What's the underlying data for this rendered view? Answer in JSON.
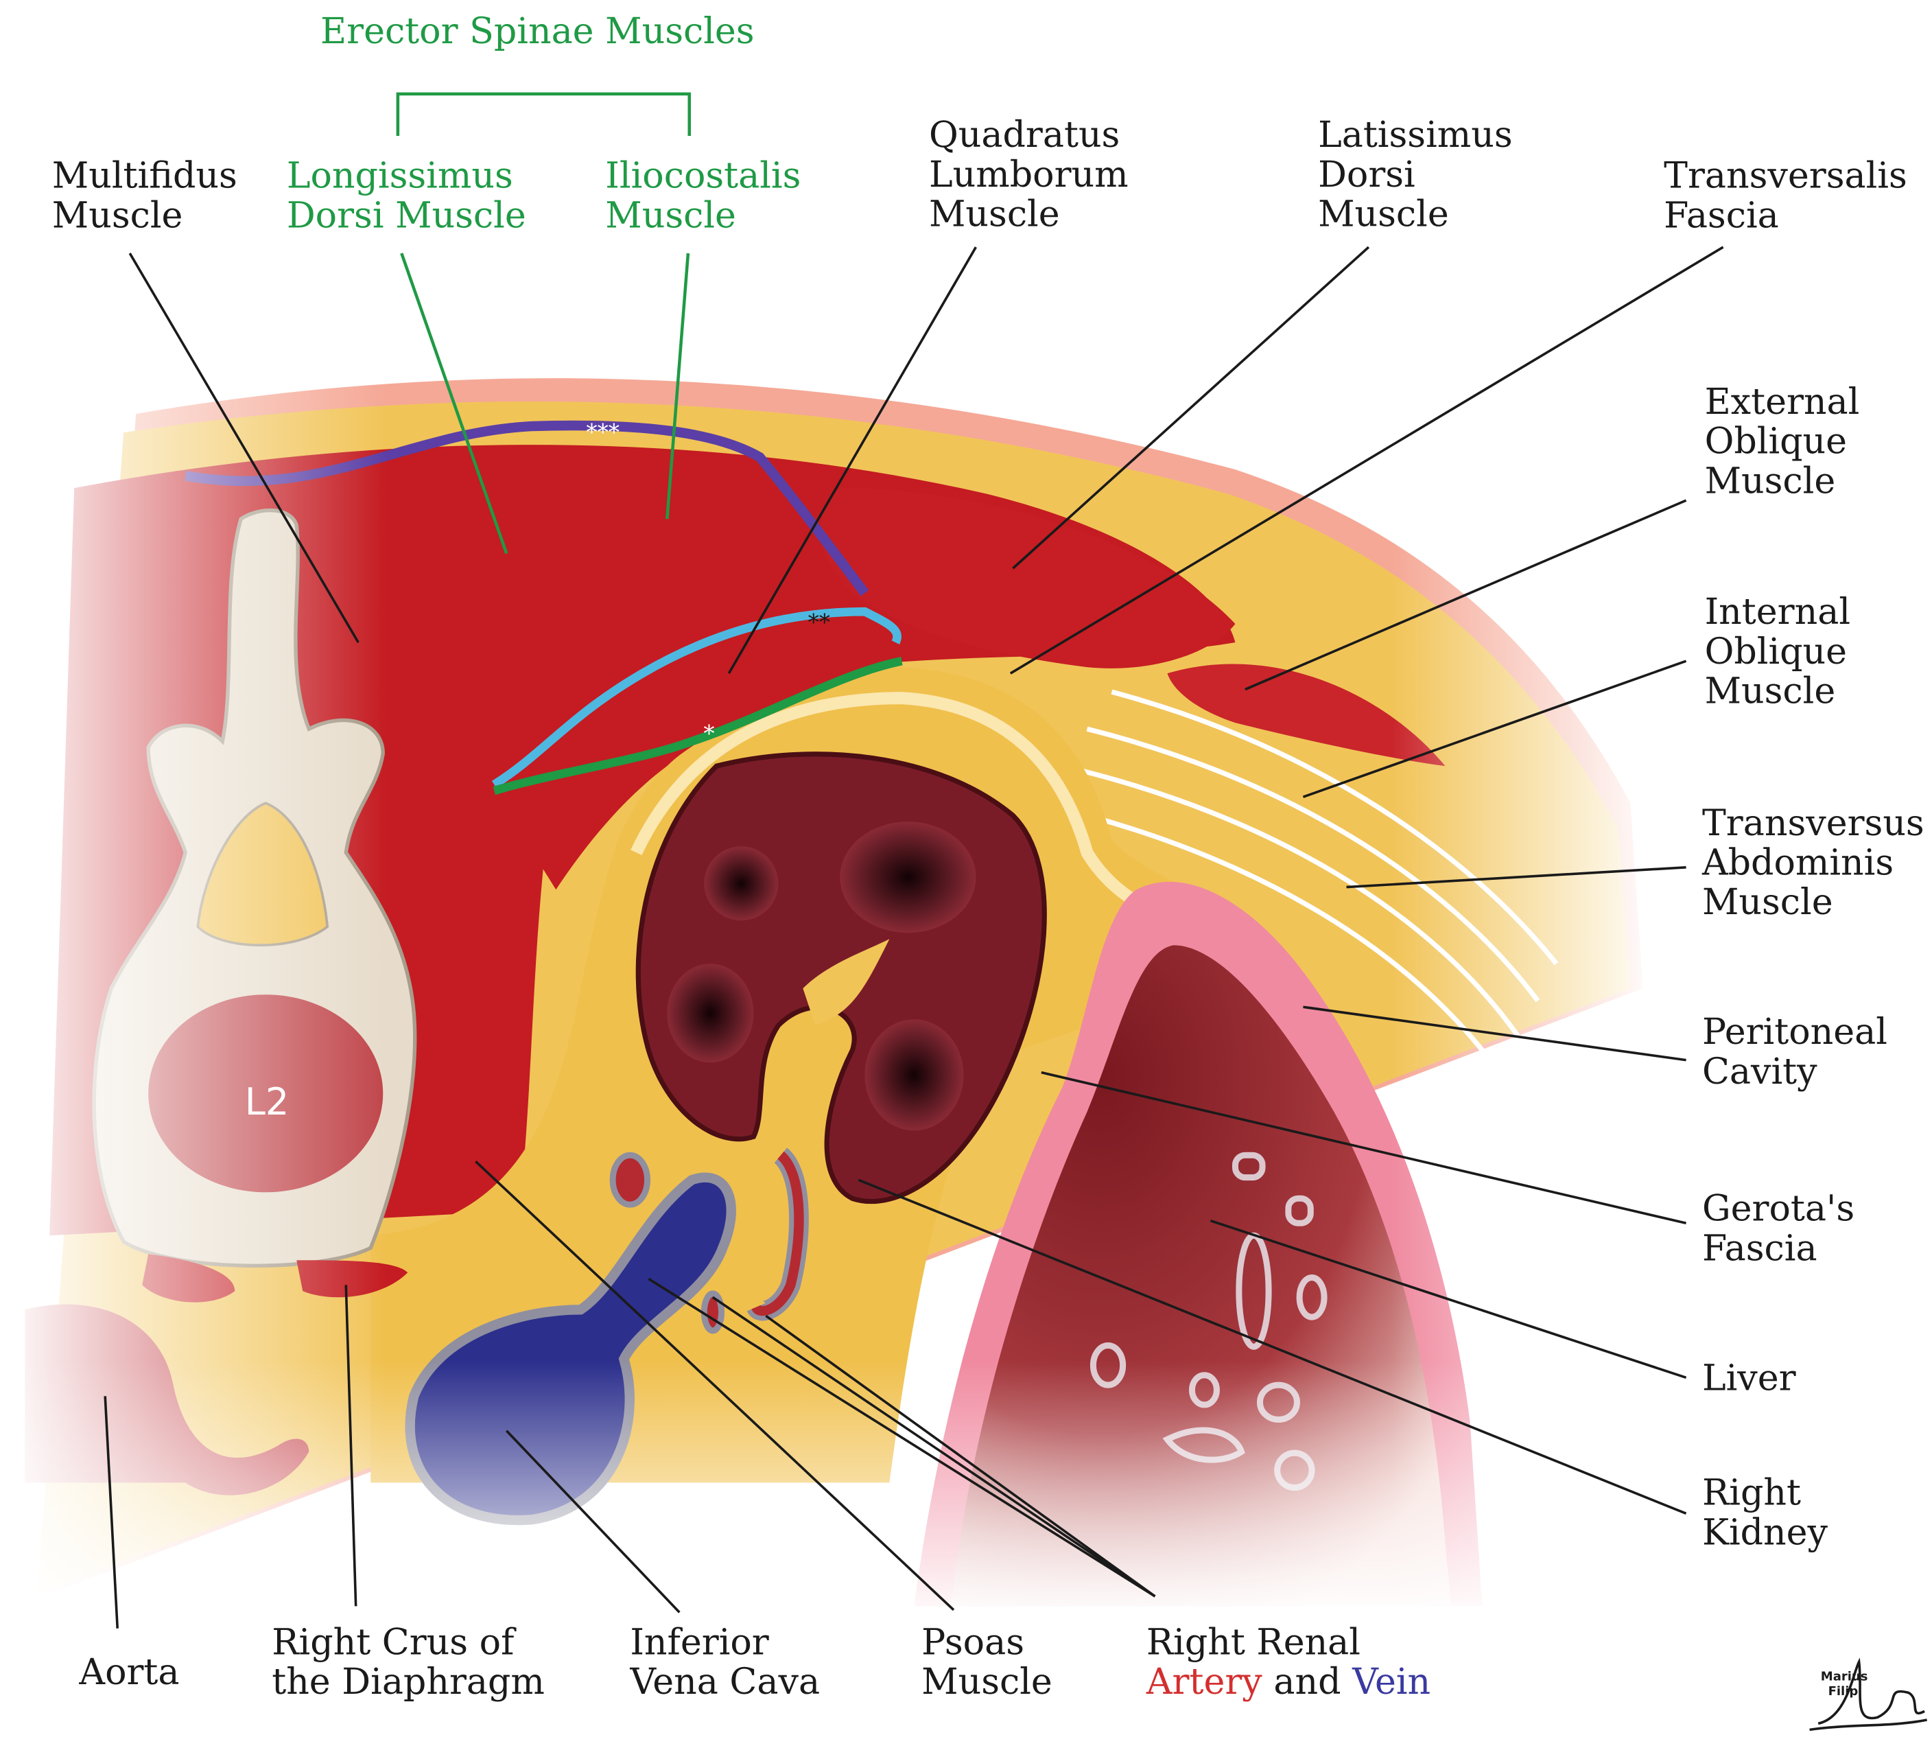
{
  "title": "Erector Spinae Muscles",
  "colors": {
    "label": "#1a1a1a",
    "green": "#1f9a45",
    "red": "#d32f2f",
    "blue": "#3a3aa0",
    "muscle": "#c8141a",
    "fat": "#f2c24f",
    "bone": "#e6dccb",
    "vein": "#23237a",
    "kidney": "#7a1c28",
    "liver": "#9a2530",
    "skin": "#f5a38c"
  },
  "labels": {
    "multifidus": [
      "Multifidus",
      "Muscle"
    ],
    "longissimus": [
      "Longissimus",
      "Dorsi Muscle"
    ],
    "iliocostalis": [
      "Iliocostalis",
      "Muscle"
    ],
    "quadratus": [
      "Quadratus",
      "Lumborum",
      "Muscle"
    ],
    "latissimus": [
      "Latissimus",
      "Dorsi",
      "Muscle"
    ],
    "transversalis": [
      "Transversalis",
      "Fascia"
    ],
    "external_oblique": [
      "External",
      "Oblique",
      "Muscle"
    ],
    "internal_oblique": [
      "Internal",
      "Oblique",
      "Muscle"
    ],
    "transversus": [
      "Transversus",
      "Abdominis",
      "Muscle"
    ],
    "peritoneal": [
      "Peritoneal",
      "Cavity"
    ],
    "gerota": [
      "Gerota's",
      "Fascia"
    ],
    "liver": [
      "Liver"
    ],
    "kidney": [
      "Right",
      "Kidney"
    ],
    "aorta": [
      "Aorta"
    ],
    "crus": [
      "Right Crus of",
      "the Diaphragm"
    ],
    "ivc": [
      "Inferior",
      "Vena Cava"
    ],
    "psoas": [
      "Psoas",
      "Muscle"
    ],
    "renal_line1": "Right Renal",
    "renal_artery": "Artery",
    "renal_and": " and ",
    "renal_vein": "Vein"
  },
  "vertebra": "L2",
  "markers": {
    "triple": "***",
    "double": "**",
    "single": "*"
  },
  "signature": [
    "Marius",
    "Filip"
  ]
}
